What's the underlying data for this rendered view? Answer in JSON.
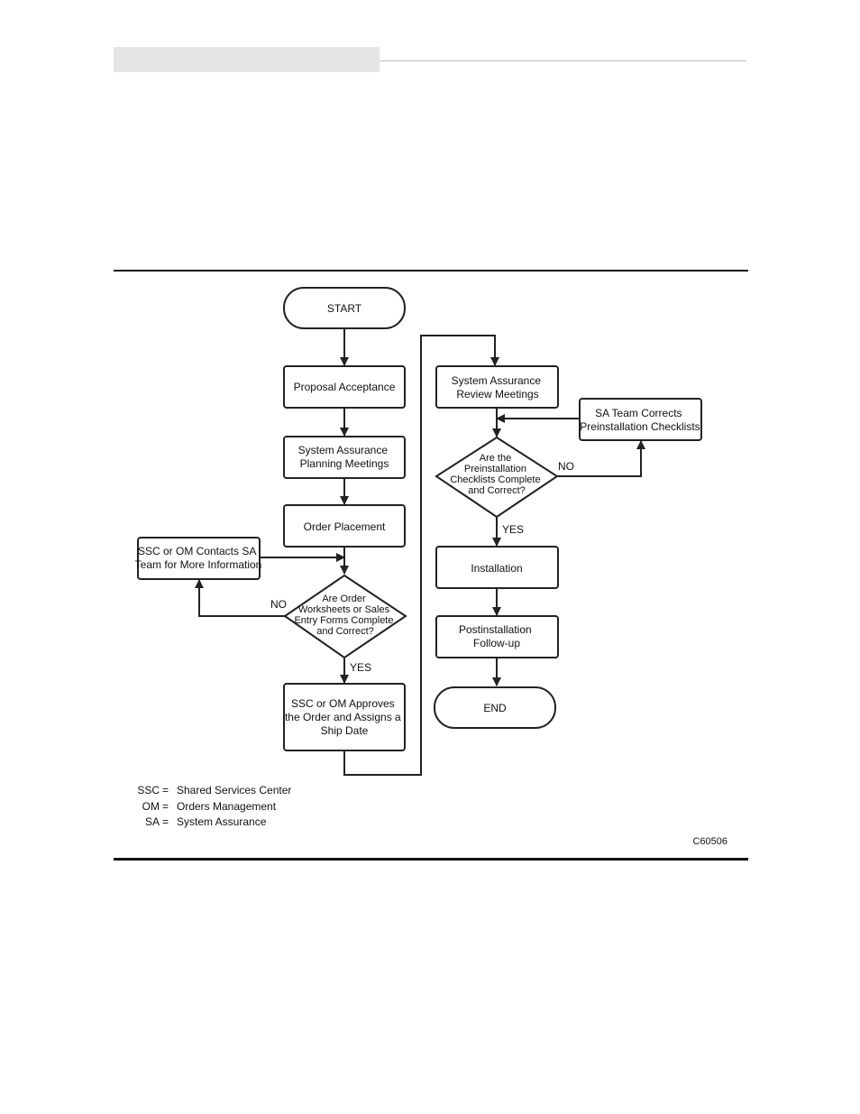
{
  "nodes": {
    "start": "START",
    "proposal": "Proposal Acceptance",
    "planning": [
      "System Assurance",
      "Planning Meetings"
    ],
    "order": "Order Placement",
    "contact": [
      "SSC or OM Contacts SA",
      "Team for More Information"
    ],
    "decision1": [
      "Are Order",
      "Worksheets or Sales",
      "Entry Forms Complete",
      "and Correct?"
    ],
    "approve": [
      "SSC or OM Approves",
      "the Order and Assigns a",
      "Ship Date"
    ],
    "review": [
      "System Assurance",
      "Review Meetings"
    ],
    "corrects": [
      "SA Team Corrects",
      "Preinstallation Checklists"
    ],
    "decision2": [
      "Are the",
      "Preinstallation",
      "Checklists Complete",
      "and Correct?"
    ],
    "installation": "Installation",
    "followup": [
      "Postinstallation",
      "Follow-up"
    ],
    "end": "END"
  },
  "edge_labels": {
    "no1": "NO",
    "yes1": "YES",
    "no2": "NO",
    "yes2": "YES"
  },
  "legend": [
    {
      "abbr": "SSC",
      "meaning": "Shared Services Center"
    },
    {
      "abbr": "OM",
      "meaning": "Orders Management"
    },
    {
      "abbr": "SA",
      "meaning": "System Assurance"
    }
  ],
  "figure_id": "C60506"
}
